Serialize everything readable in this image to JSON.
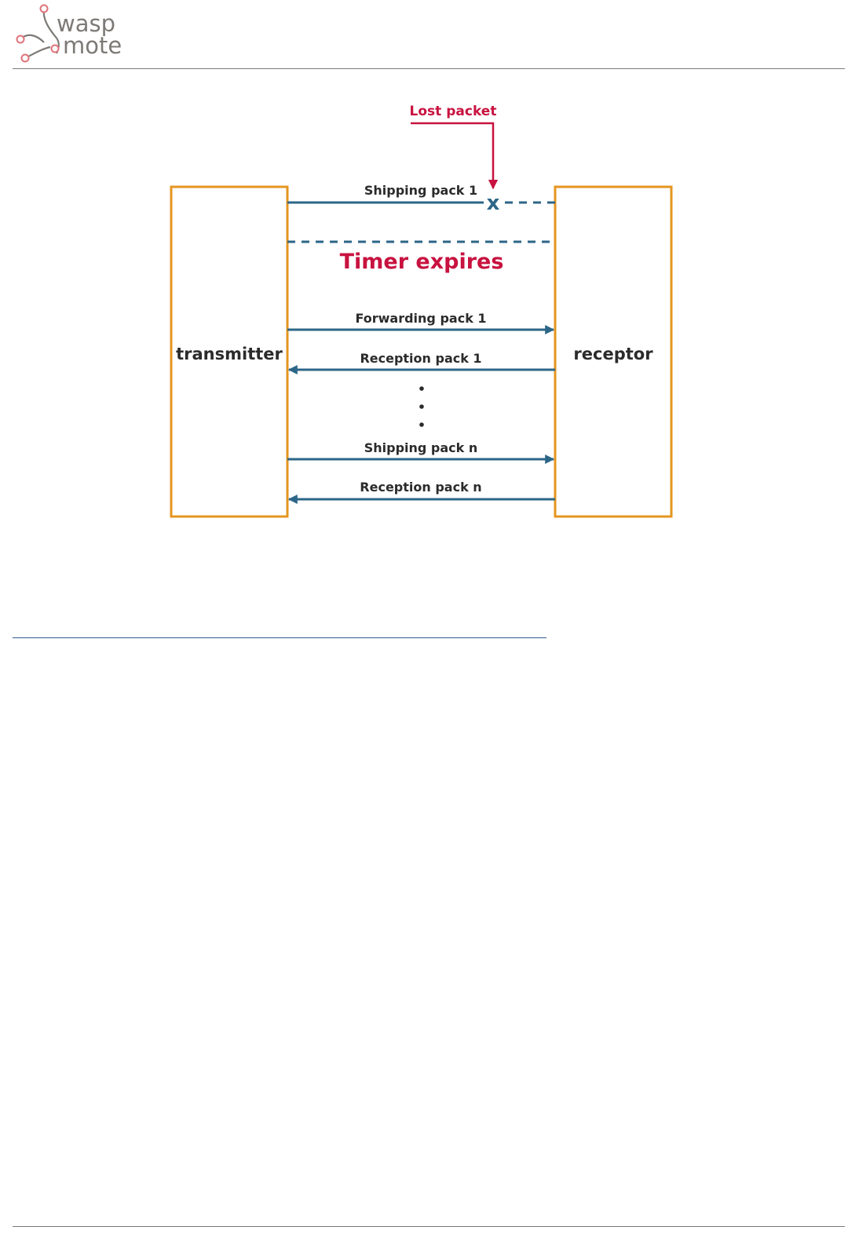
{
  "header": {
    "logo": {
      "word_top": "wasp",
      "word_bottom": "mote",
      "text_color": "#7d7a76",
      "accent_color": "#e0737a"
    }
  },
  "diagram": {
    "colors": {
      "box_border": "#e4961f",
      "arrow": "#2c6687",
      "alert": "#c8123f",
      "text": "#2b2b2b"
    },
    "transmitter_label": "transmitter",
    "receptor_label": "receptor",
    "lost_packet_label": "Lost packet",
    "lost_marker": "x",
    "timer_label": "Timer expires",
    "messages": [
      {
        "label": "Shipping pack 1",
        "direction": "right",
        "lost": true
      },
      {
        "label": "Forwarding pack 1",
        "direction": "right",
        "lost": false
      },
      {
        "label": "Reception pack 1",
        "direction": "left",
        "lost": false
      },
      {
        "label": "Shipping pack n",
        "direction": "right",
        "lost": false
      },
      {
        "label": "Reception pack n",
        "direction": "left",
        "lost": false
      }
    ]
  }
}
